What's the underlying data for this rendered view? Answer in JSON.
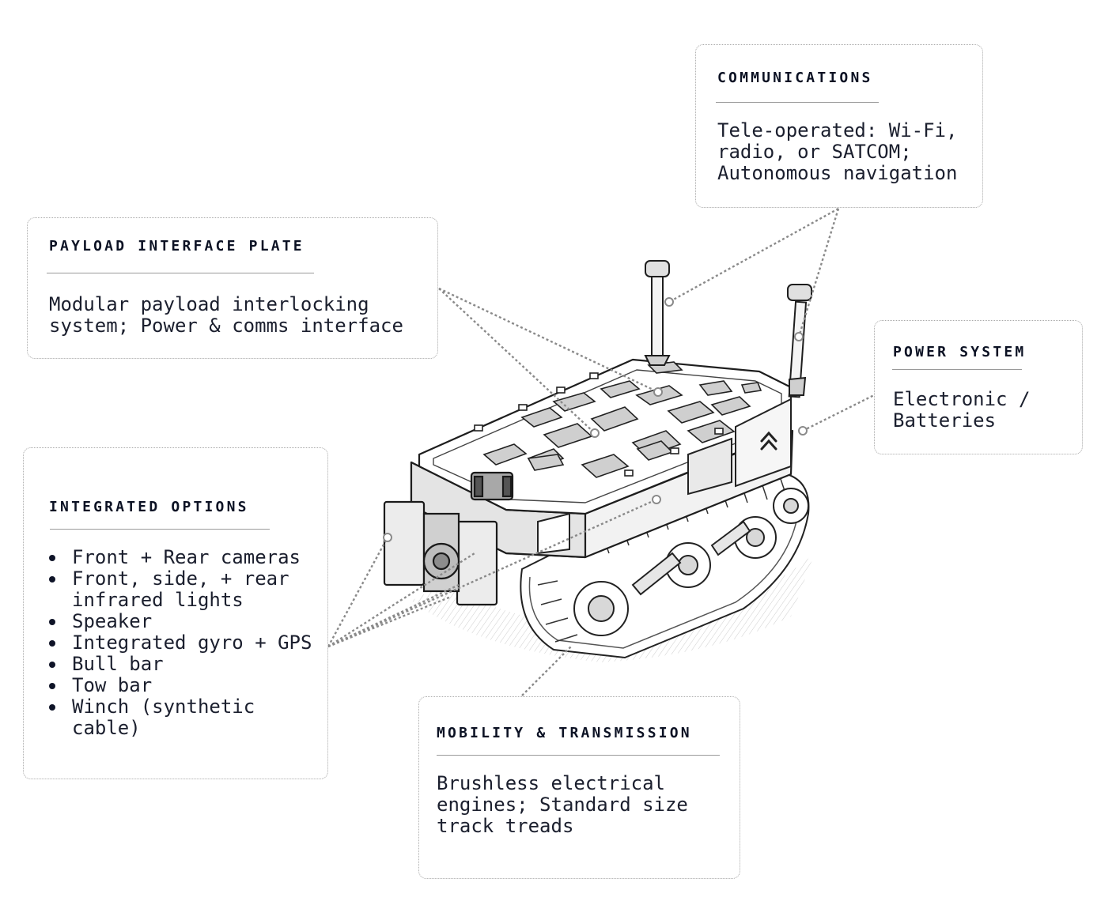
{
  "callouts": {
    "communications": {
      "title": "COMMUNICATIONS",
      "body": "Tele-operated: Wi-Fi,\nradio, or SATCOM;\nAutonomous navigation"
    },
    "payload": {
      "title": "PAYLOAD INTERFACE PLATE",
      "body": "Modular payload interlocking\nsystem; Power & comms interface"
    },
    "power": {
      "title": "POWER SYSTEM",
      "body": "Electronic /\nBatteries"
    },
    "integrated": {
      "title": "INTEGRATED OPTIONS",
      "items": [
        "Front + Rear cameras",
        "Front, side, + rear infrared lights",
        "Speaker",
        "Integrated gyro + GPS",
        "Bull bar",
        "Tow bar",
        "Winch (synthetic cable)"
      ]
    },
    "mobility": {
      "title": "MOBILITY & TRANSMISSION",
      "body": "Brushless electrical\nengines; Standard size\ntrack treads"
    }
  },
  "colors": {
    "ink": "#0f1428",
    "leader": "#8a8a8a",
    "border": "#a9a9a9"
  },
  "icons": {
    "robot": "tracked-ugv-robot-illustration",
    "logo": "chevron-logo-icon"
  }
}
